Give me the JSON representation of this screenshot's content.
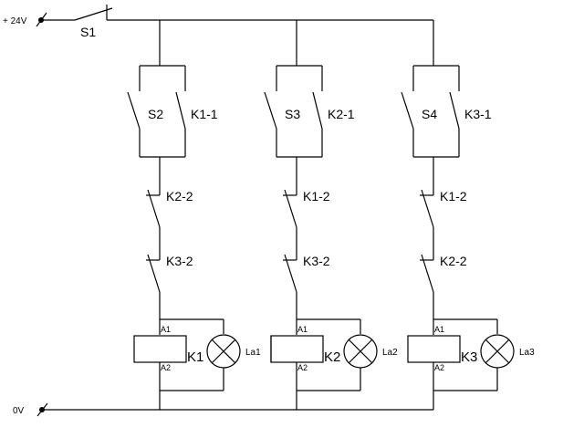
{
  "diagram": {
    "title": "",
    "supply": {
      "positive_label": "+ 24V",
      "negative_label": "0V",
      "main_switch_label": "S1"
    },
    "rungs": [
      {
        "pushbutton_label": "S2",
        "self_hold_contact_label": "K1-1",
        "interlock_1_label": "K2-2",
        "interlock_2_label": "K3-2",
        "coil_label": "K1",
        "coil_a1": "A1",
        "coil_a2": "A2",
        "lamp_label": "La1"
      },
      {
        "pushbutton_label": "S3",
        "self_hold_contact_label": "K2-1",
        "interlock_1_label": "K1-2",
        "interlock_2_label": "K3-2",
        "coil_label": "K2",
        "coil_a1": "A1",
        "coil_a2": "A2",
        "lamp_label": "La2"
      },
      {
        "pushbutton_label": "S4",
        "self_hold_contact_label": "K3-1",
        "interlock_1_label": "K1-2",
        "interlock_2_label": "K2-2",
        "coil_label": "K3",
        "coil_a1": "A1",
        "coil_a2": "A2",
        "lamp_label": "La3"
      }
    ]
  }
}
